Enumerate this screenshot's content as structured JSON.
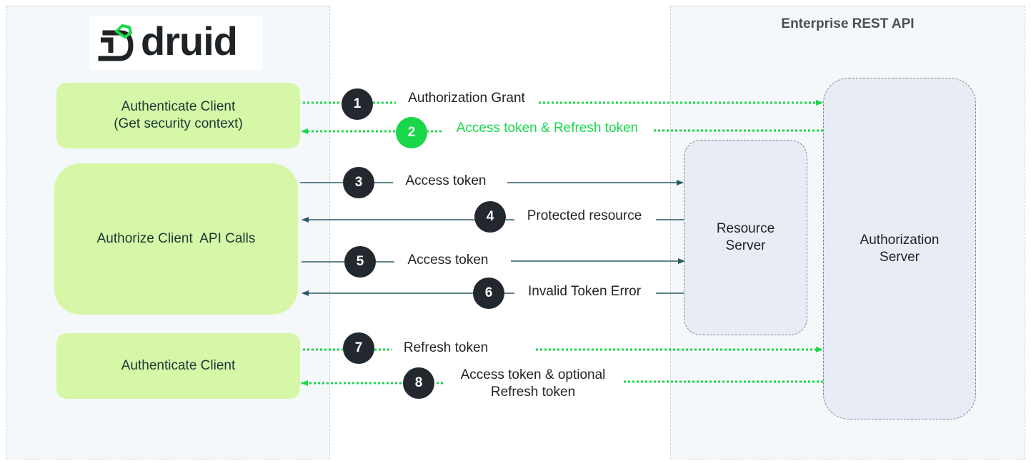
{
  "colors": {
    "dotted_arrow": "#18d84a",
    "solid_arrow": "#2a5a63",
    "client_box": "#d6f7a8",
    "server_box": "#e7ecf5",
    "step_circle": "#22282e",
    "step_circle_green": "#18d84a"
  },
  "logo": {
    "text": "druid"
  },
  "enterprise": {
    "title": "Enterprise REST API"
  },
  "client_boxes": {
    "authenticate_1": [
      "Authenticate Client",
      "(Get security context)"
    ],
    "authorize": "Authorize Client  API Calls",
    "authenticate_2": "Authenticate Client"
  },
  "servers": {
    "resource": [
      "Resource",
      "Server"
    ],
    "authorization": [
      "Authorization",
      "Server"
    ]
  },
  "steps": [
    {
      "number": "1",
      "label": "Authorization Grant"
    },
    {
      "number": "2",
      "label": "Access token & Refresh token"
    },
    {
      "number": "3",
      "label": "Access token"
    },
    {
      "number": "4",
      "label": "Protected resource"
    },
    {
      "number": "5",
      "label": "Access token"
    },
    {
      "number": "6",
      "label": "Invalid Token Error"
    },
    {
      "number": "7",
      "label": "Refresh token"
    },
    {
      "number": "8",
      "label": [
        "Access token & optional",
        "Refresh token"
      ]
    }
  ]
}
